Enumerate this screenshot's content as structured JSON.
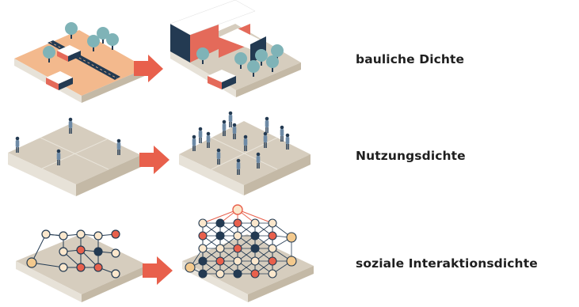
{
  "rows": [
    {
      "label": "bauliche Dichte"
    },
    {
      "label": "Nutzungsdichte"
    },
    {
      "label": "soziale Interaktionsdichte"
    }
  ],
  "colors": {
    "ground": "#d6cdbe",
    "ground_side_left": "#e7e2d8",
    "ground_side_right": "#c4b9a6",
    "plot": "#f3b98d",
    "road": "#233a52",
    "tree": "#7fb3b7",
    "building_navy": "#233a52",
    "building_red": "#e46a5a",
    "roof": "#ffffff",
    "arrow": "#e8604c",
    "node_fill": "#fbe7cc",
    "node_outline": "#233a52",
    "node_red": "#e8604c"
  }
}
